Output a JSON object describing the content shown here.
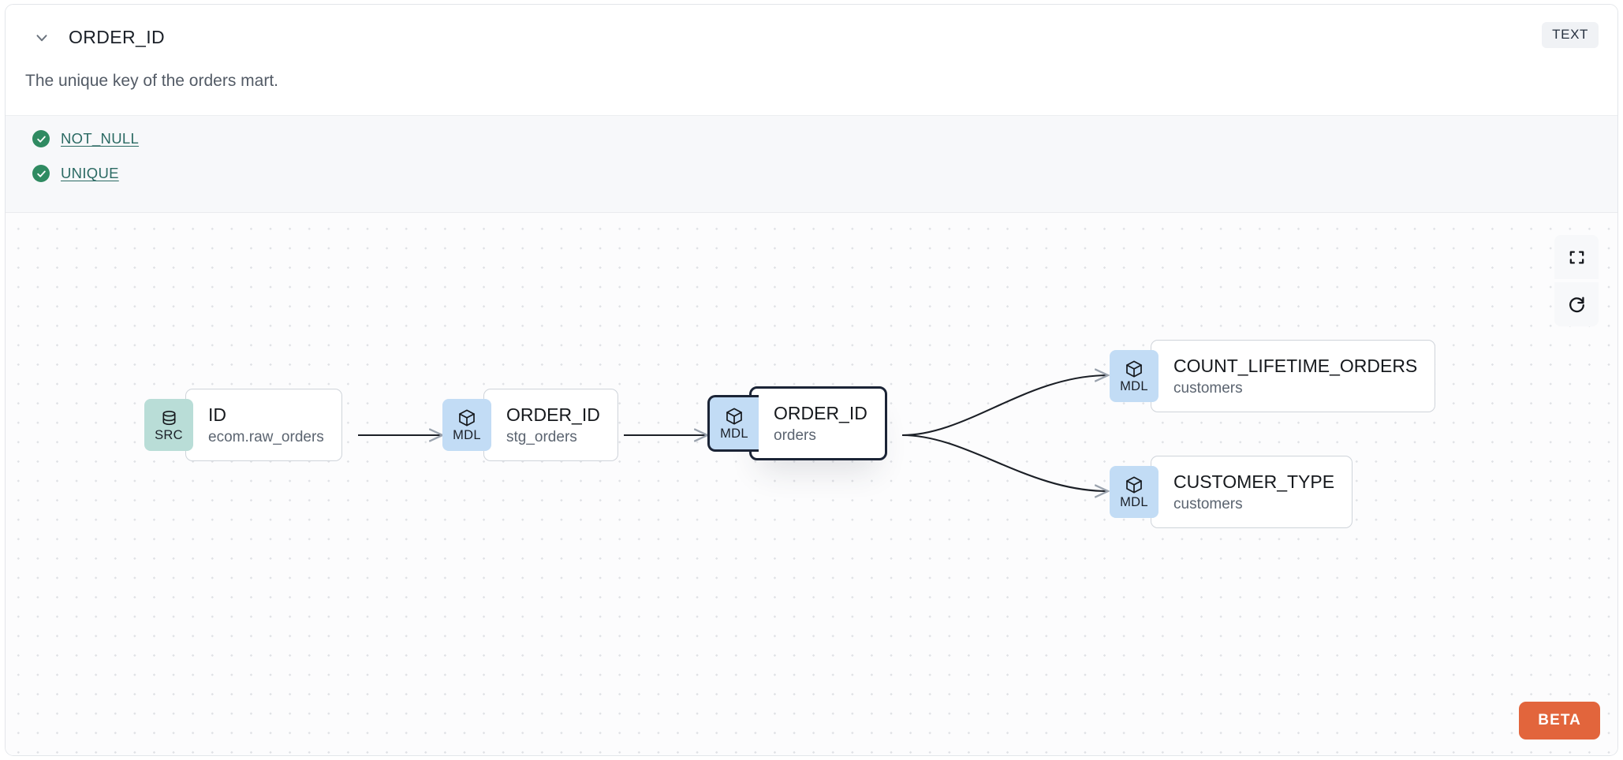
{
  "header": {
    "chevron_icon": "chevron-down-icon",
    "column_name": "ORDER_ID",
    "type_badge": "TEXT",
    "description": "The unique key of the orders mart."
  },
  "tests": {
    "items": [
      {
        "icon": "check-circle-icon",
        "label": "NOT_NULL"
      },
      {
        "icon": "check-circle-icon",
        "label": "UNIQUE"
      }
    ]
  },
  "lineage": {
    "nodes": [
      {
        "id": "src-id",
        "badge": "SRC",
        "badge_icon": "database-icon",
        "name": "ID",
        "sub": "ecom.raw_orders",
        "selected": false
      },
      {
        "id": "stg-order",
        "badge": "MDL",
        "badge_icon": "cube-icon",
        "name": "ORDER_ID",
        "sub": "stg_orders",
        "selected": false
      },
      {
        "id": "orders",
        "badge": "MDL",
        "badge_icon": "cube-icon",
        "name": "ORDER_ID",
        "sub": "orders",
        "selected": true
      },
      {
        "id": "count-life",
        "badge": "MDL",
        "badge_icon": "cube-icon",
        "name": "COUNT_LIFETIME_ORDERS",
        "sub": "customers",
        "selected": false
      },
      {
        "id": "cust-type",
        "badge": "MDL",
        "badge_icon": "cube-icon",
        "name": "CUSTOMER_TYPE",
        "sub": "customers",
        "selected": false
      }
    ],
    "controls": [
      {
        "id": "fit-view",
        "icon": "fit-view-icon"
      },
      {
        "id": "reset-view",
        "icon": "refresh-icon"
      }
    ],
    "beta_label": "BETA"
  },
  "colors": {
    "src_badge": "#b9ddd7",
    "mdl_badge": "#c2dcf5",
    "selected_border": "#1b2436",
    "beta_bg": "#e2653c",
    "test_pass": "#2f8a61",
    "link": "#2b6a63"
  }
}
